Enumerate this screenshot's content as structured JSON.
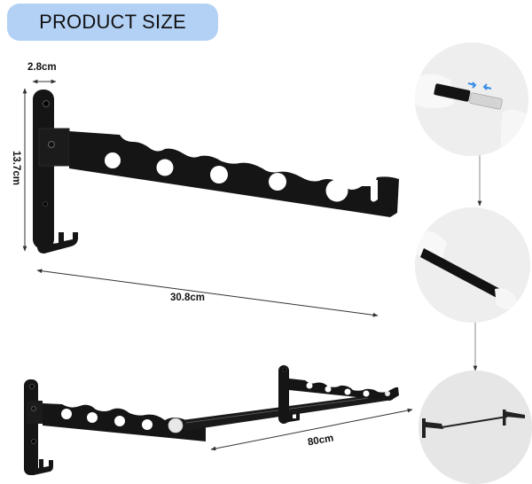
{
  "header": {
    "title": "PRODUCT SIZE",
    "pill_color": "#b3d1f5"
  },
  "dimensions": {
    "width_bracket": "2.8cm",
    "height_bracket": "13.7cm",
    "length_arm": "30.8cm",
    "rod_length": "80cm"
  },
  "detail_steps": [
    {
      "name": "insert-rod-end",
      "description": "Rod end insertion with blue arrows"
    },
    {
      "name": "rod-connected",
      "description": "Connected black rod"
    },
    {
      "name": "installed-rack",
      "description": "Installed drying rack overview"
    }
  ],
  "colors": {
    "product": "#141414",
    "dimension_line": "#333333",
    "detail_bg": "#ececec",
    "arrow_accent": "#3a8ee6"
  }
}
